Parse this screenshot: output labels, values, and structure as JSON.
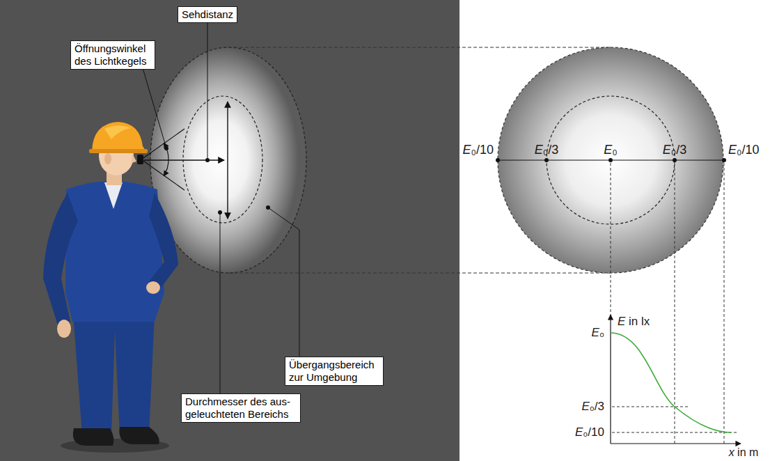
{
  "diagram": {
    "nodes": [
      {
        "text": [
          "Sehdistanz"
        ]
      },
      {
        "text": [
          "Öffnungswinkel des Lichtkegels"
        ]
      },
      {
        "text": [
          "Übergangsbereich zur Umgebung"
        ]
      },
      {
        "text": [
          "Durchmesser des aus- geleuchteten Bereichs"
        ]
      }
    ],
    "labels": [
      "E₀/10",
      "E₀/3",
      "E₀",
      "E₀/3",
      "E₀/10",
      "E in lx",
      "E₀",
      "E₀/3",
      "E₀/10",
      "x in m"
    ]
  }
}
